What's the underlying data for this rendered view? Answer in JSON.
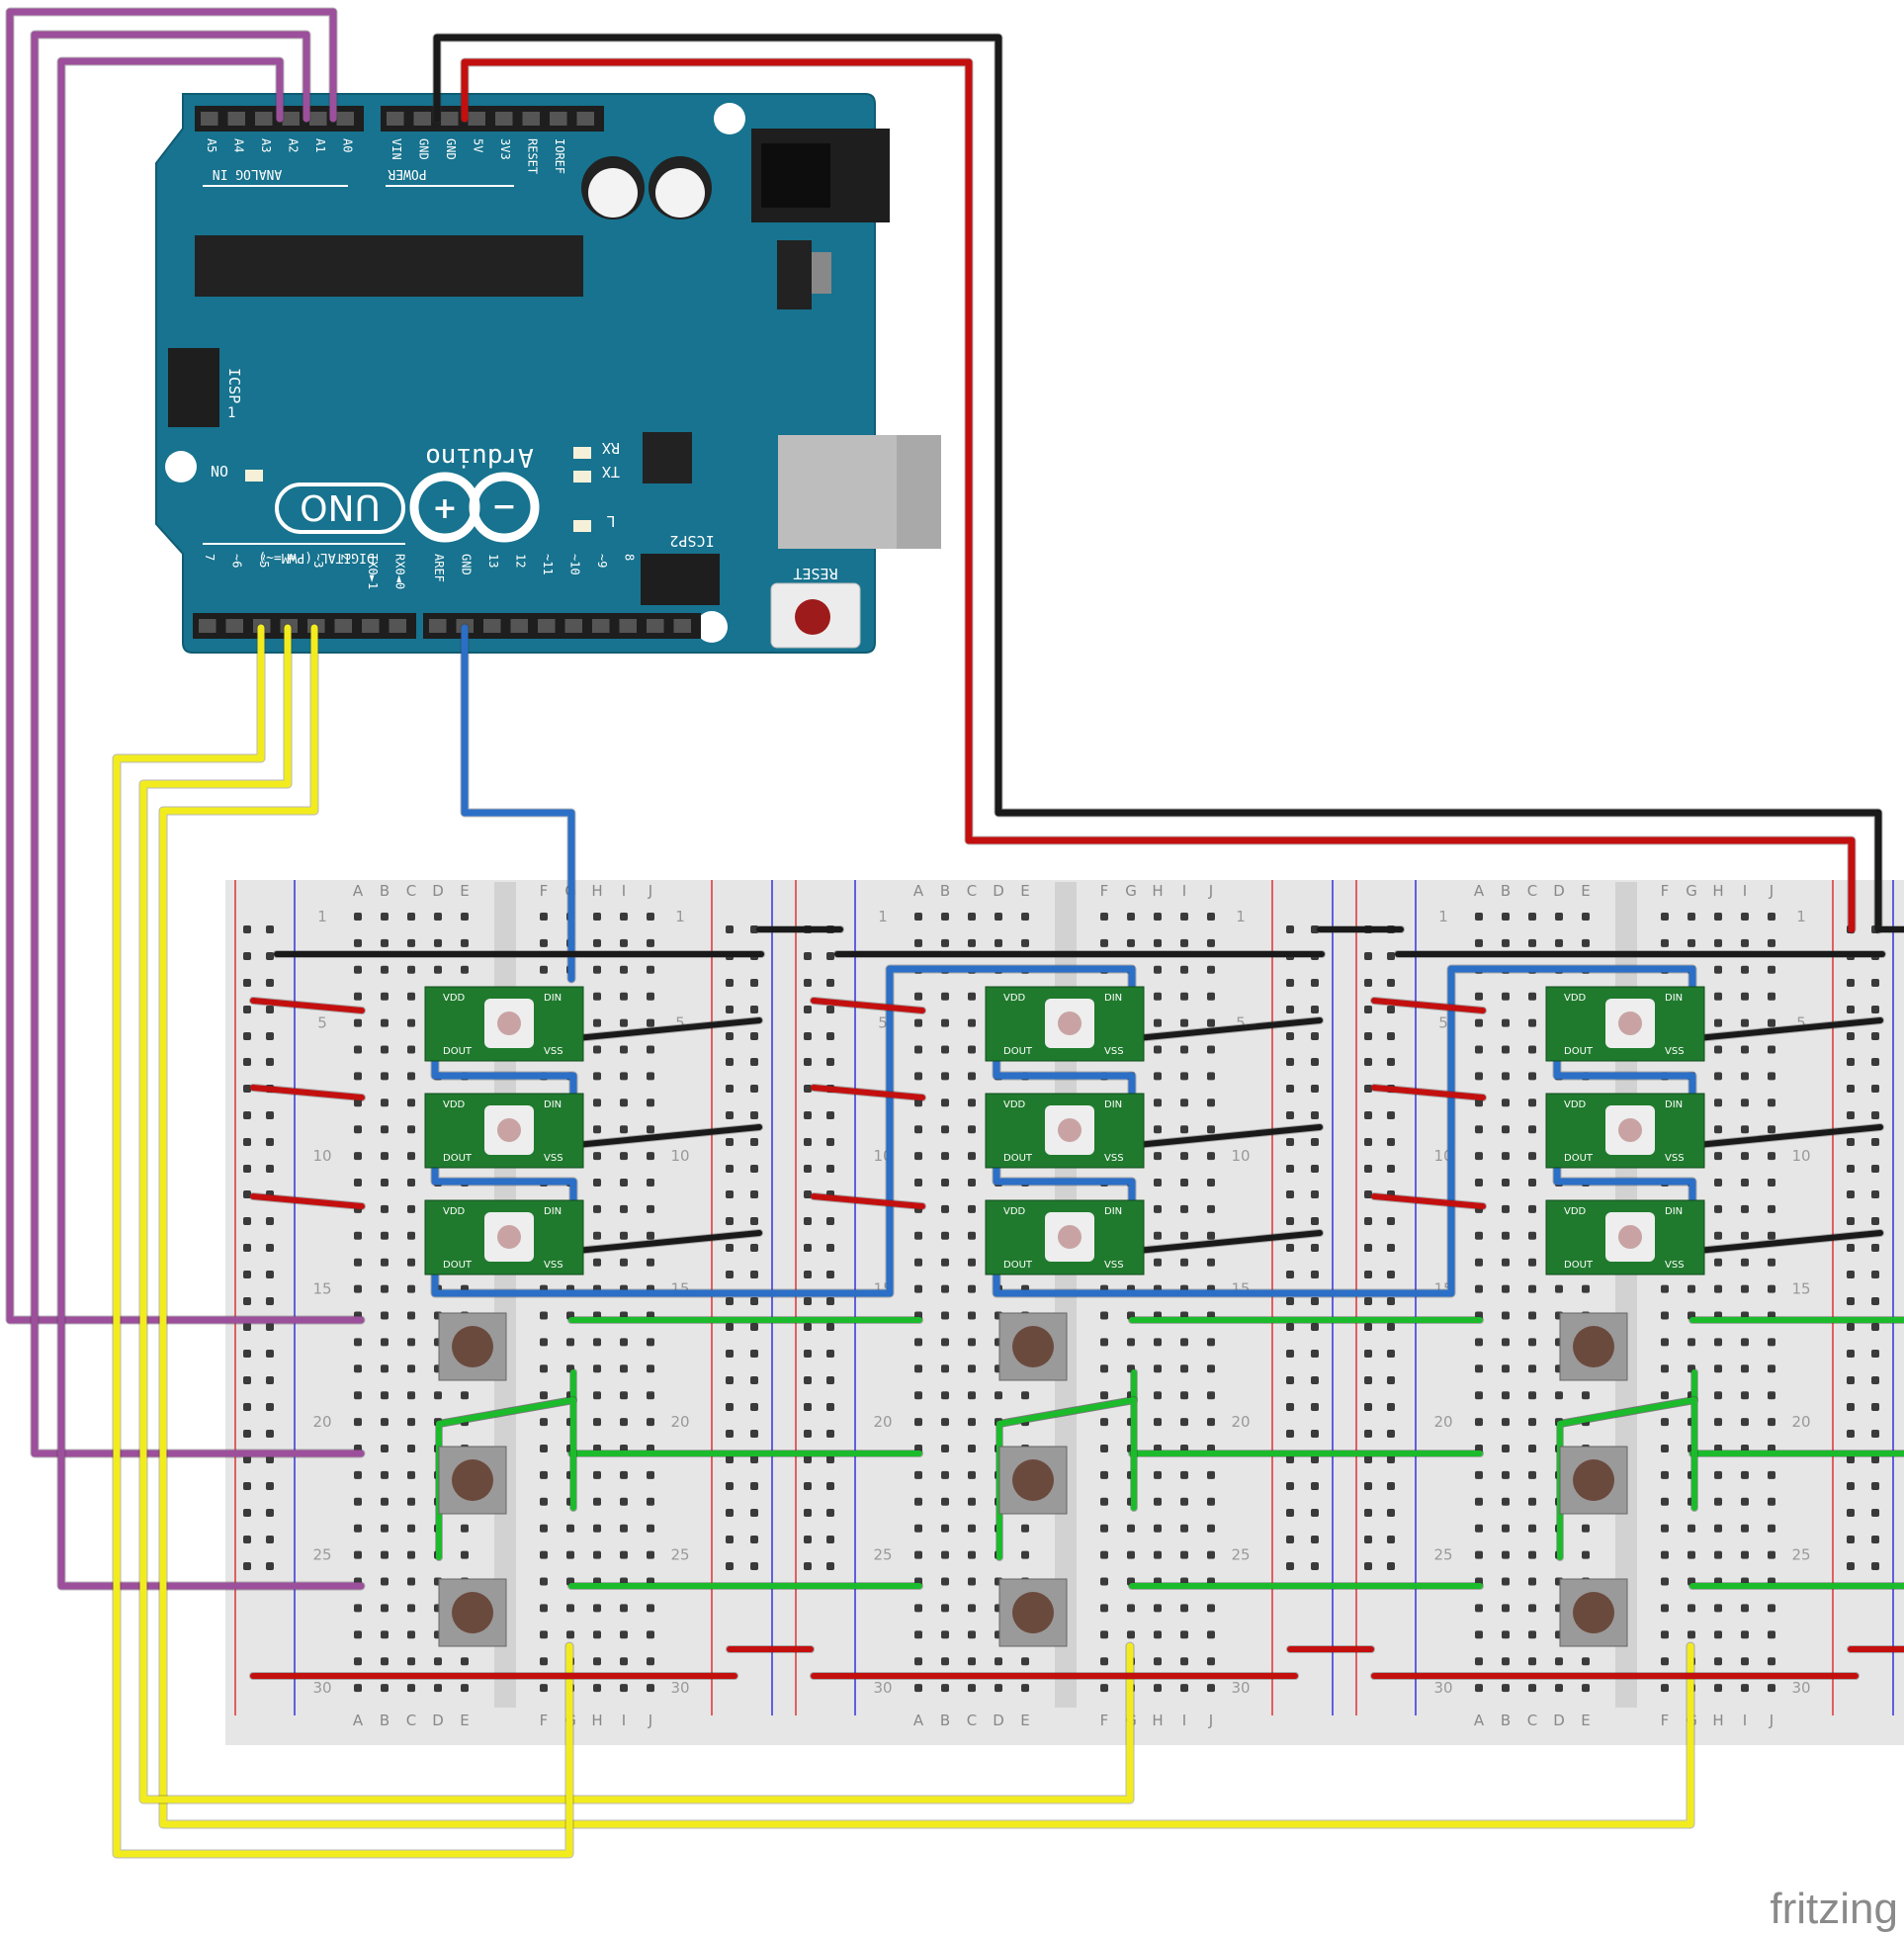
{
  "app": {
    "watermark": "fritzing"
  },
  "arduino": {
    "brand": "Arduino",
    "model": "UNO",
    "header_analog_label": "ANALOG IN",
    "header_power_label": "POWER",
    "header_digital_label": "DIGITAL (PWM=~)",
    "analog_pins": [
      "A5",
      "A4",
      "A3",
      "A2",
      "A1",
      "A0"
    ],
    "power_pins": [
      "VIN",
      "GND",
      "GND",
      "5V",
      "3V3",
      "RESET",
      "IOREF"
    ],
    "digital_pins_low": [
      "RX0◄0",
      "TX0►1",
      "2",
      "~3",
      "4",
      "~5",
      "~6",
      "7"
    ],
    "digital_pins_high": [
      "8",
      "~9",
      "~10",
      "~11",
      "12",
      "13",
      "GND",
      "AREF"
    ],
    "icsp_label": "ICSP",
    "icsp2_label": "ICSP2",
    "icsp_pin1": "1",
    "led_labels": [
      "RX",
      "TX",
      "L",
      "ON"
    ],
    "reset_label": "RESET"
  },
  "breadboard": {
    "column_letters_left": [
      "A",
      "B",
      "C",
      "D",
      "E"
    ],
    "column_letters_right": [
      "F",
      "G",
      "H",
      "I",
      "J"
    ],
    "row_numbers": [
      "1",
      "5",
      "10",
      "15",
      "20",
      "25",
      "30"
    ]
  },
  "led_module": {
    "pin_vdd": "VDD",
    "pin_din": "DIN",
    "pin_dout": "DOUT",
    "pin_vss": "VSS"
  },
  "colors": {
    "board_blue": "#17738f",
    "wire_purple": "#9c4f9b",
    "wire_yellow": "#f2ec1e",
    "wire_blue": "#2b6fc7",
    "wire_green": "#1cbb2c",
    "wire_red": "#c40f0f",
    "wire_black": "#1a1a1a",
    "breadboard": "#e6e6e6",
    "module_green": "#1f7a2d"
  }
}
